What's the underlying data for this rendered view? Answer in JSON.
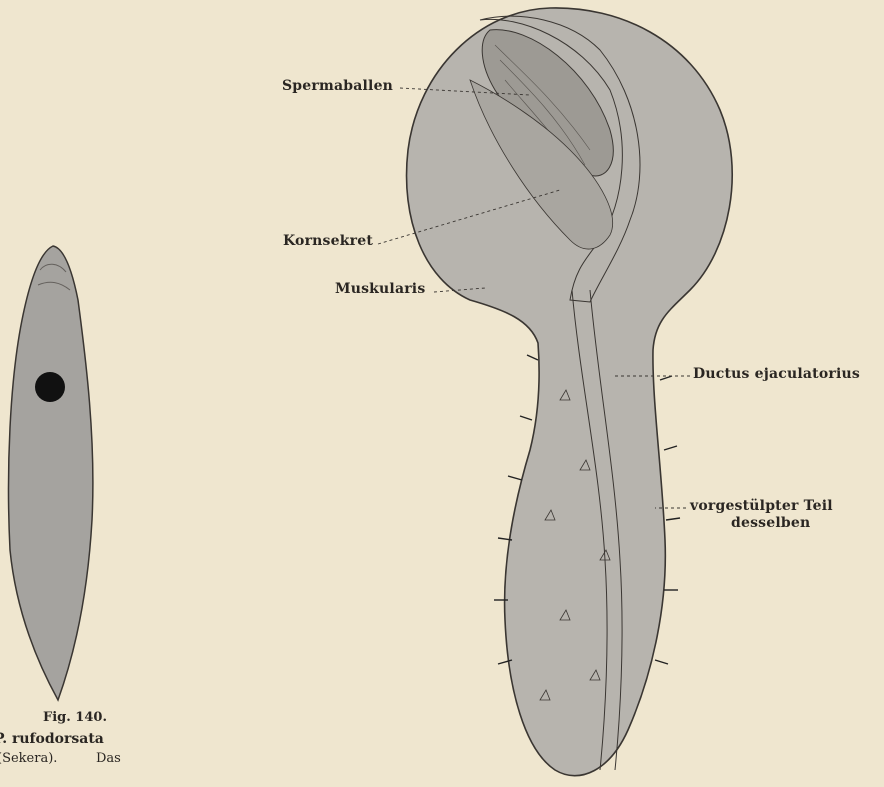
{
  "labels": {
    "spermaballen": "Spermaballen",
    "kornsekret": "Kornsekret",
    "muskularis": "Muskularis",
    "ductus": "Ductus ejaculatorius",
    "vorgestuelpter_1": "vorgestülpter Teil",
    "vorgestuelpter_2": "desselben"
  },
  "caption": {
    "fig": "Fig. 140.",
    "species": "P. rufodorsata",
    "author": "(Sekera).",
    "das": "Das"
  },
  "colors": {
    "paper": "#efe6cf",
    "organ": "#b7b4ae",
    "ink": "#2a2622"
  }
}
